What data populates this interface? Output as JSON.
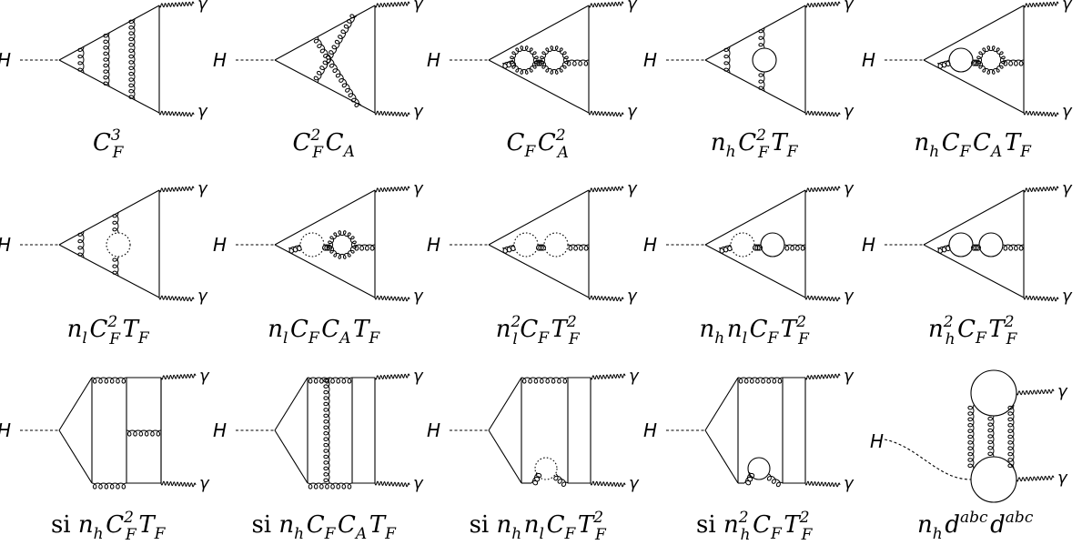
{
  "external_labels": {
    "higgs": "H",
    "photon": "γ"
  },
  "captions": [
    {
      "prefix": "",
      "parts": [
        [
          "C",
          "F",
          "3"
        ]
      ]
    },
    {
      "prefix": "",
      "parts": [
        [
          "C",
          "F",
          "2"
        ],
        [
          "C",
          "A",
          ""
        ]
      ]
    },
    {
      "prefix": "",
      "parts": [
        [
          "C",
          "F",
          ""
        ],
        [
          "C",
          "A",
          "2"
        ]
      ]
    },
    {
      "prefix": "",
      "parts": [
        [
          "n",
          "h",
          ""
        ],
        [
          "C",
          "F",
          "2"
        ],
        [
          "T",
          "F",
          ""
        ]
      ]
    },
    {
      "prefix": "",
      "parts": [
        [
          "n",
          "h",
          ""
        ],
        [
          "C",
          "F",
          ""
        ],
        [
          "C",
          "A",
          ""
        ],
        [
          "T",
          "F",
          ""
        ]
      ]
    },
    {
      "prefix": "",
      "parts": [
        [
          "n",
          "l",
          ""
        ],
        [
          "C",
          "F",
          "2"
        ],
        [
          "T",
          "F",
          ""
        ]
      ]
    },
    {
      "prefix": "",
      "parts": [
        [
          "n",
          "l",
          ""
        ],
        [
          "C",
          "F",
          ""
        ],
        [
          "C",
          "A",
          ""
        ],
        [
          "T",
          "F",
          ""
        ]
      ]
    },
    {
      "prefix": "",
      "parts": [
        [
          "n",
          "l",
          "2"
        ],
        [
          "C",
          "F",
          ""
        ],
        [
          "T",
          "F",
          "2"
        ]
      ]
    },
    {
      "prefix": "",
      "parts": [
        [
          "n",
          "h",
          ""
        ],
        [
          "n",
          "l",
          ""
        ],
        [
          "C",
          "F",
          ""
        ],
        [
          "T",
          "F",
          "2"
        ]
      ]
    },
    {
      "prefix": "",
      "parts": [
        [
          "n",
          "h",
          "2"
        ],
        [
          "C",
          "F",
          ""
        ],
        [
          "T",
          "F",
          "2"
        ]
      ]
    },
    {
      "prefix": "si",
      "parts": [
        [
          "n",
          "h",
          ""
        ],
        [
          "C",
          "F",
          "2"
        ],
        [
          "T",
          "F",
          ""
        ]
      ]
    },
    {
      "prefix": "si",
      "parts": [
        [
          "n",
          "h",
          ""
        ],
        [
          "C",
          "F",
          ""
        ],
        [
          "C",
          "A",
          ""
        ],
        [
          "T",
          "F",
          ""
        ]
      ]
    },
    {
      "prefix": "si",
      "parts": [
        [
          "n",
          "h",
          ""
        ],
        [
          "n",
          "l",
          ""
        ],
        [
          "C",
          "F",
          ""
        ],
        [
          "T",
          "F",
          "2"
        ]
      ]
    },
    {
      "prefix": "si",
      "parts": [
        [
          "n",
          "h",
          "2"
        ],
        [
          "C",
          "F",
          ""
        ],
        [
          "T",
          "F",
          "2"
        ]
      ]
    },
    {
      "prefix": "",
      "parts": [
        [
          "n",
          "h",
          ""
        ],
        [
          "d",
          "",
          "abc"
        ],
        [
          "d",
          "",
          "abc"
        ]
      ]
    }
  ]
}
